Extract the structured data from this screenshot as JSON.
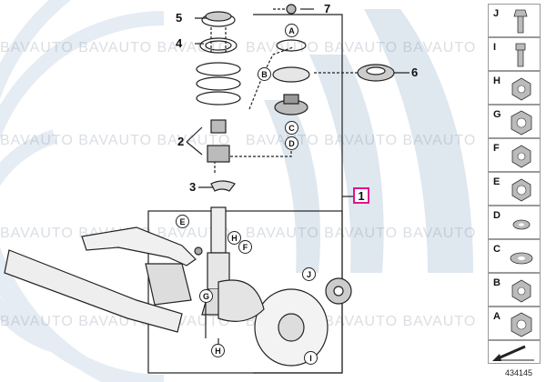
{
  "watermark": "BAVAUTO BAVAUTO BAVAUTO",
  "diagram_id": "434145",
  "part_numbers": [
    "1",
    "2",
    "3",
    "4",
    "5",
    "6",
    "7"
  ],
  "callouts": [
    "A",
    "B",
    "C",
    "D",
    "E",
    "F",
    "G",
    "H",
    "I",
    "J"
  ],
  "legend": [
    "J",
    "I",
    "H",
    "G",
    "F",
    "E",
    "D",
    "C",
    "B",
    "A"
  ],
  "colors": {
    "highlight": "#e0148c",
    "watermark_blue": "#c5d4e3",
    "line": "#222222"
  }
}
